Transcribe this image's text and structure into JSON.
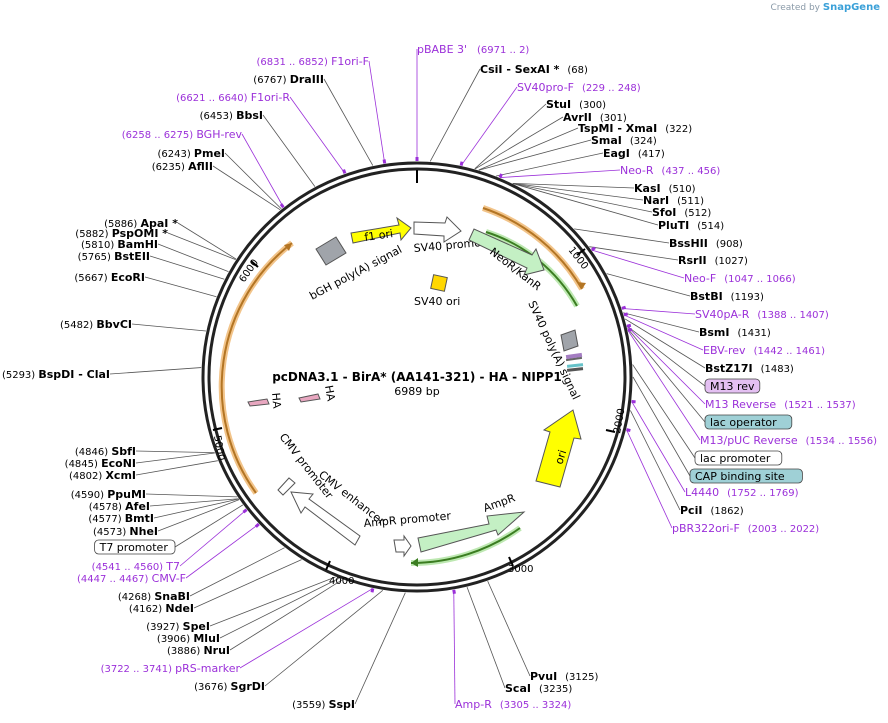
{
  "brand": {
    "prefix": "Created by",
    "name": "SnapGene"
  },
  "title": "pcDNA3.1 - BirA* (AA141-321) - HA - NIPP1",
  "length": "6989 bp",
  "ticks": [
    "1000",
    "2000",
    "3000",
    "4000",
    "5000",
    "6000"
  ],
  "features": {
    "f1ori": "f1 ori",
    "sv40promoter": "SV40 promoter",
    "neor": "NeoR/KanR",
    "sv40pa": "SV40 poly(A) signal",
    "bgh": "bGH poly(A) signal",
    "sv40ori": "SV40 ori",
    "ori": "ori",
    "ampr": "AmpR",
    "amprpromoter": "AmpR promoter",
    "cmvenhancer": "CMV enhancer",
    "cmvpromoter": "CMV promoter",
    "ha1": "HA",
    "ha2": "HA"
  },
  "right_labels": [
    {
      "type": "primer",
      "pos": "(6971 .. 2)",
      "name": "pBABE 3'"
    },
    {
      "type": "enzyme",
      "name": "CsiI",
      "name2": "SexAI *",
      "pos": "(68)"
    },
    {
      "type": "primer",
      "name": "SV40pro-F",
      "pos": "(229 .. 248)"
    },
    {
      "type": "enzyme",
      "name": "StuI",
      "pos": "(300)"
    },
    {
      "type": "enzyme",
      "name": "AvrII",
      "pos": "(301)"
    },
    {
      "type": "enzyme",
      "name": "TspMI",
      "name2": "XmaI",
      "pos": "(322)"
    },
    {
      "type": "enzyme",
      "name": "SmaI",
      "pos": "(324)"
    },
    {
      "type": "enzyme",
      "name": "EagI",
      "pos": "(417)"
    },
    {
      "type": "primer",
      "name": "Neo-R",
      "pos": "(437 .. 456)"
    },
    {
      "type": "enzyme",
      "name": "KasI",
      "pos": "(510)"
    },
    {
      "type": "enzyme",
      "name": "NarI",
      "pos": "(511)"
    },
    {
      "type": "enzyme",
      "name": "SfoI",
      "pos": "(512)"
    },
    {
      "type": "enzyme",
      "name": "PluTI",
      "pos": "(514)"
    },
    {
      "type": "enzyme",
      "name": "BssHII",
      "pos": "(908)"
    },
    {
      "type": "enzyme",
      "name": "RsrII",
      "pos": "(1027)"
    },
    {
      "type": "primer",
      "name": "Neo-F",
      "pos": "(1047 .. 1066)"
    },
    {
      "type": "enzyme",
      "name": "BstBI",
      "pos": "(1193)"
    },
    {
      "type": "primer",
      "name": "SV40pA-R",
      "pos": "(1388 .. 1407)"
    },
    {
      "type": "enzyme",
      "name": "BsmI",
      "pos": "(1431)"
    },
    {
      "type": "primer",
      "name": "EBV-rev",
      "pos": "(1442 .. 1461)"
    },
    {
      "type": "enzyme",
      "name": "BstZ17I",
      "pos": "(1483)"
    },
    {
      "type": "box_purple",
      "name": "M13 rev"
    },
    {
      "type": "primer",
      "name": "M13 Reverse",
      "pos": "(1521 .. 1537)"
    },
    {
      "type": "box_blue",
      "name": "lac operator"
    },
    {
      "type": "primer",
      "name": "M13/pUC Reverse",
      "pos": "(1534 .. 1556)"
    },
    {
      "type": "box_white",
      "name": "lac promoter"
    },
    {
      "type": "box_blue",
      "name": "CAP binding site"
    },
    {
      "type": "primer",
      "name": "L4440",
      "pos": "(1752 .. 1769)"
    },
    {
      "type": "enzyme",
      "name": "PciI",
      "pos": "(1862)"
    },
    {
      "type": "primer",
      "name": "pBR322ori-F",
      "pos": "(2003 .. 2022)"
    },
    {
      "type": "enzyme",
      "name": "PvuI",
      "pos": "(3125)"
    },
    {
      "type": "enzyme",
      "name": "ScaI",
      "pos": "(3235)"
    },
    {
      "type": "primer",
      "name": "Amp-R",
      "pos": "(3305 .. 3324)"
    }
  ],
  "left_labels": [
    {
      "type": "primer",
      "pos": "(6831 .. 6852)",
      "name": "F1ori-F"
    },
    {
      "type": "enzyme",
      "pos": "(6767)",
      "name": "DraIII"
    },
    {
      "type": "primer",
      "pos": "(6621 .. 6640)",
      "name": "F1ori-R"
    },
    {
      "type": "enzyme",
      "pos": "(6453)",
      "name": "BbsI"
    },
    {
      "type": "primer",
      "pos": "(6258 .. 6275)",
      "name": "BGH-rev"
    },
    {
      "type": "enzyme",
      "pos": "(6243)",
      "name": "PmeI"
    },
    {
      "type": "enzyme",
      "pos": "(6235)",
      "name": "AflII"
    },
    {
      "type": "enzyme",
      "pos": "(5886)",
      "name": "ApaI *"
    },
    {
      "type": "enzyme",
      "pos": "(5882)",
      "name": "PspOMI *"
    },
    {
      "type": "enzyme",
      "pos": "(5810)",
      "name": "BamHI"
    },
    {
      "type": "enzyme",
      "pos": "(5765)",
      "name": "BstEII"
    },
    {
      "type": "enzyme",
      "pos": "(5667)",
      "name": "EcoRI"
    },
    {
      "type": "enzyme",
      "pos": "(5482)",
      "name": "BbvCI"
    },
    {
      "type": "enzyme",
      "pos": "(5293)",
      "name": "BspDI",
      "name2": "ClaI"
    },
    {
      "type": "enzyme",
      "pos": "(4846)",
      "name": "SbfI"
    },
    {
      "type": "enzyme",
      "pos": "(4845)",
      "name": "EcoNI"
    },
    {
      "type": "enzyme",
      "pos": "(4802)",
      "name": "XcmI"
    },
    {
      "type": "enzyme",
      "pos": "(4590)",
      "name": "PpuMI"
    },
    {
      "type": "enzyme",
      "pos": "(4578)",
      "name": "AfeI"
    },
    {
      "type": "enzyme",
      "pos": "(4577)",
      "name": "BmtI"
    },
    {
      "type": "enzyme",
      "pos": "(4573)",
      "name": "NheI"
    },
    {
      "type": "box_white",
      "name": "T7 promoter"
    },
    {
      "type": "primer",
      "pos": "(4541 .. 4560)",
      "name": "T7"
    },
    {
      "type": "primer",
      "pos": "(4447 .. 4467)",
      "name": "CMV-F"
    },
    {
      "type": "enzyme",
      "pos": "(4268)",
      "name": "SnaBI"
    },
    {
      "type": "enzyme",
      "pos": "(4162)",
      "name": "NdeI"
    },
    {
      "type": "enzyme",
      "pos": "(3927)",
      "name": "SpeI"
    },
    {
      "type": "enzyme",
      "pos": "(3906)",
      "name": "MluI"
    },
    {
      "type": "enzyme",
      "pos": "(3886)",
      "name": "NruI"
    },
    {
      "type": "primer",
      "pos": "(3722 .. 3741)",
      "name": "pRS-marker"
    },
    {
      "type": "enzyme",
      "pos": "(3676)",
      "name": "SgrDI"
    },
    {
      "type": "enzyme",
      "pos": "(3559)",
      "name": "SspI"
    }
  ]
}
